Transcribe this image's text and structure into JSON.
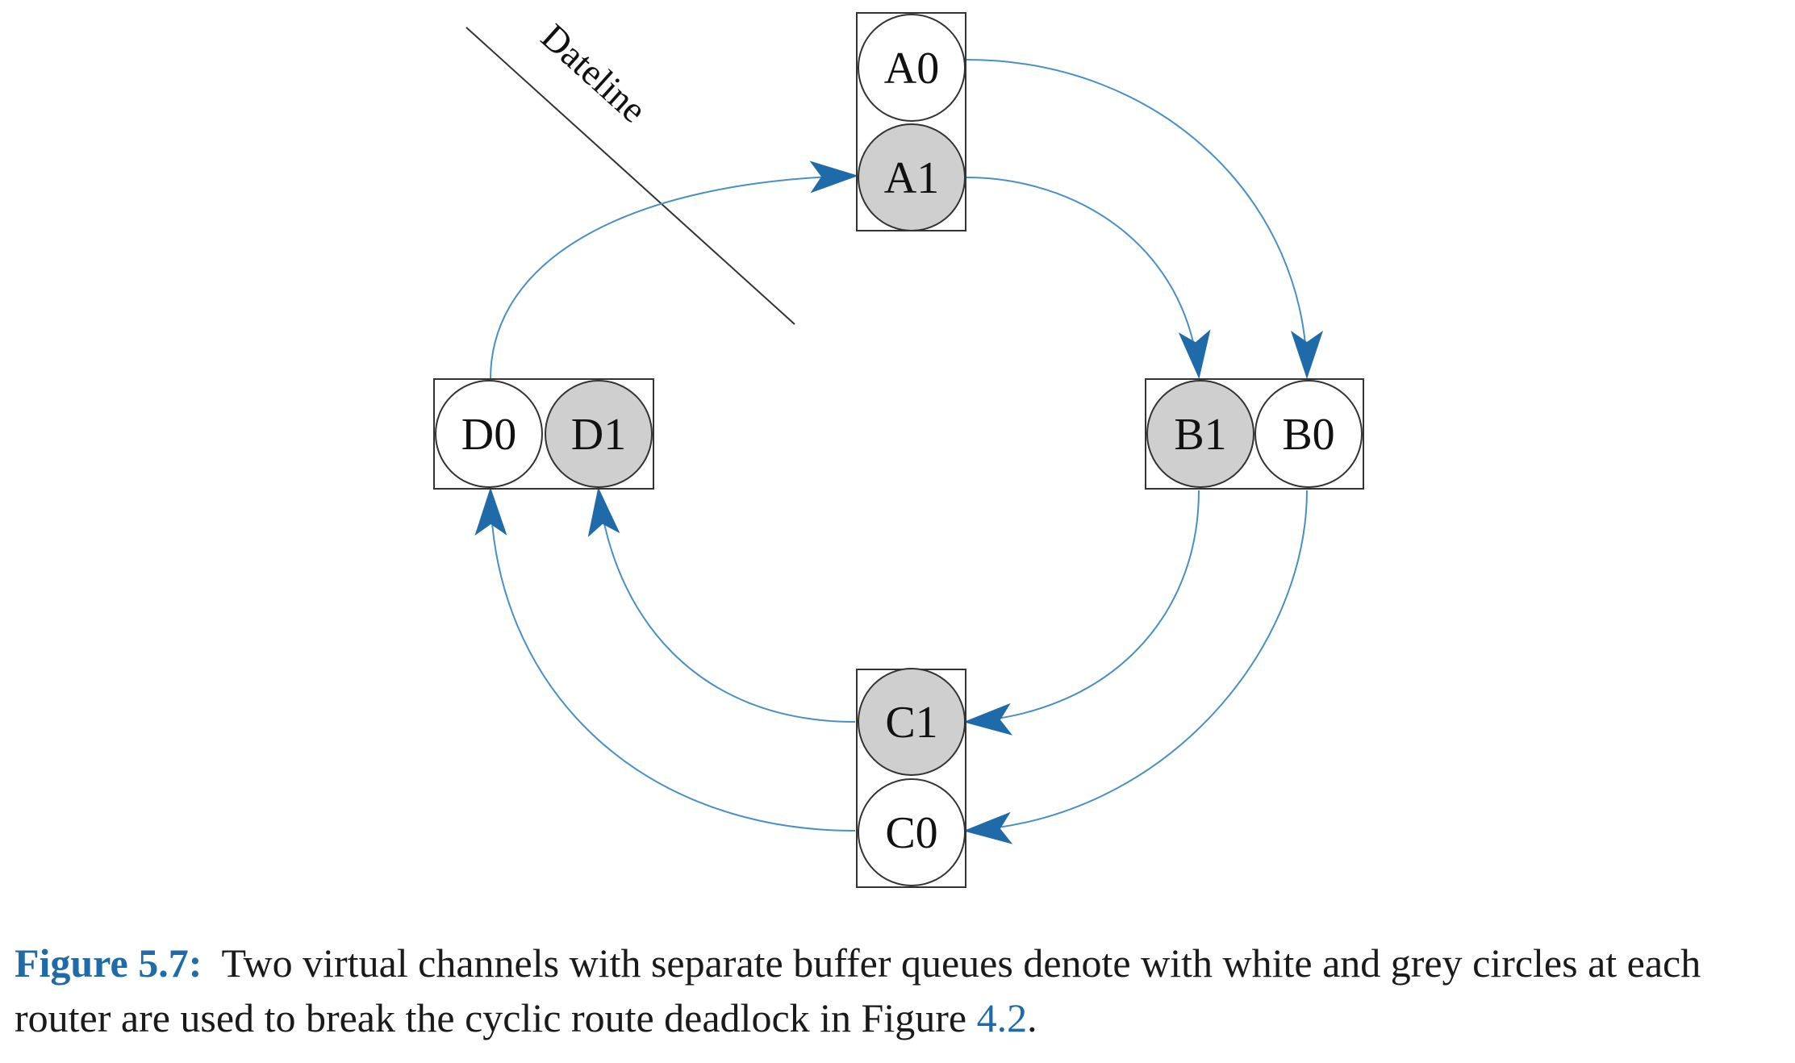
{
  "colors": {
    "accent": "#1f6aa8",
    "arrow": "#4a8fc4",
    "grey_fill": "#cfcfcf",
    "white_fill": "#ffffff",
    "line": "#333333"
  },
  "diagram": {
    "dateline_label": "Dateline",
    "nodes": {
      "a0": "A0",
      "a1": "A1",
      "b0": "B0",
      "b1": "B1",
      "c0": "C0",
      "c1": "C1",
      "d0": "D0",
      "d1": "D1"
    }
  },
  "caption": {
    "label": "Figure 5.7:",
    "text_before_ref": "  Two virtual channels with separate buffer queues denote with white and grey circles at each router are used to break the cyclic route deadlock in Figure ",
    "ref": "4.2",
    "text_after_ref": "."
  }
}
